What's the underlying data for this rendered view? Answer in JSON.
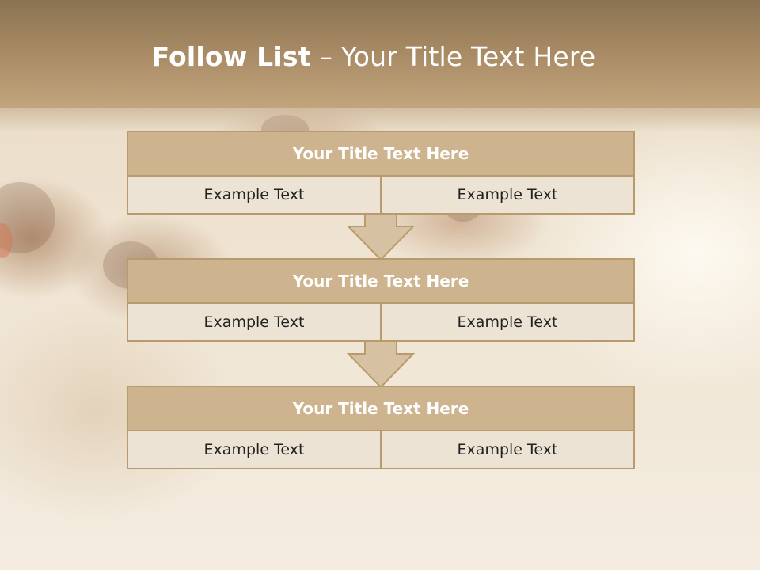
{
  "slide": {
    "title_bold": "Follow List",
    "title_rest": " – Your Title Text Here"
  },
  "steps": [
    {
      "title": "Your Title Text Here",
      "left": "Example Text",
      "right": "Example Text"
    },
    {
      "title": "Your Title Text Here",
      "left": "Example Text",
      "right": "Example Text"
    },
    {
      "title": "Your Title Text Here",
      "left": "Example Text",
      "right": "Example Text"
    }
  ],
  "colors": {
    "header": "#a68963",
    "block_title_fill": "#cdb38e",
    "block_cell_fill": "#ede3d5",
    "border": "#b99a6c",
    "arrow_fill": "#d6c2a2"
  },
  "icons": [
    "down-arrow-icon",
    "down-arrow-icon"
  ]
}
